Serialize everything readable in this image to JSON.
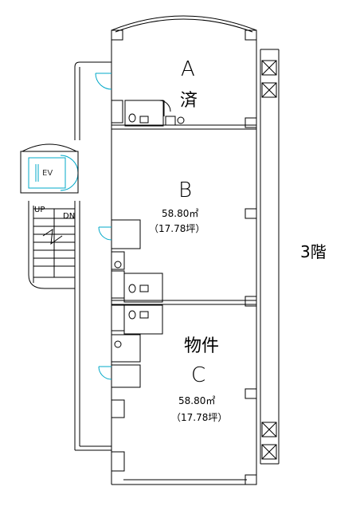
{
  "floor_label": "3階",
  "units": {
    "a": {
      "letter": "A",
      "status": "済"
    },
    "b": {
      "letter": "B",
      "area_sqm": "58.80㎡",
      "area_tsubo": "（17.78坪）"
    },
    "c": {
      "name": "物件",
      "letter": "C",
      "area_sqm": "58.80㎡",
      "area_tsubo": "（17.78坪）"
    }
  },
  "core": {
    "elevator": "EV",
    "stair_up": "UP",
    "stair_down": "DN"
  },
  "colors": {
    "line": "#000000",
    "elevator": "#00a8c8",
    "door": "#00a8c8"
  }
}
